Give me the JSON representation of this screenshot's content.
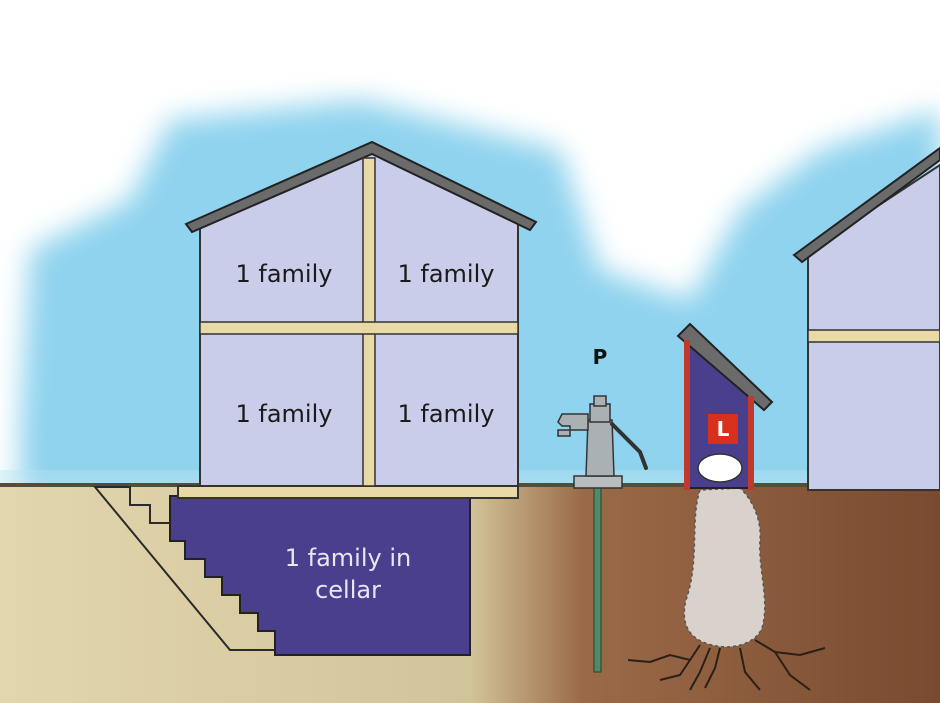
{
  "diagram": {
    "rooms": [
      {
        "label": "1 family"
      },
      {
        "label": "1 family"
      },
      {
        "label": "1 family"
      },
      {
        "label": "1 family"
      }
    ],
    "cellar": {
      "line1": "1 family in",
      "line2": "cellar"
    },
    "pump_label": "P",
    "latrine_label": "L",
    "colors": {
      "sky": "#8fd3ee",
      "house_wall": "#c9cde9",
      "timber": "#e8d9a6",
      "roof": "#6b6b6b",
      "cellar": "#4a3f8c",
      "ground_left": "#dccfa4",
      "ground_right": "#8a5a3c",
      "latrine": "#4a3f8c",
      "latrine_label_bg": "#d8301c",
      "pipe": "#4f8a6a"
    },
    "icons": [
      "water-pump-icon",
      "latrine-icon",
      "roots-icon"
    ]
  }
}
